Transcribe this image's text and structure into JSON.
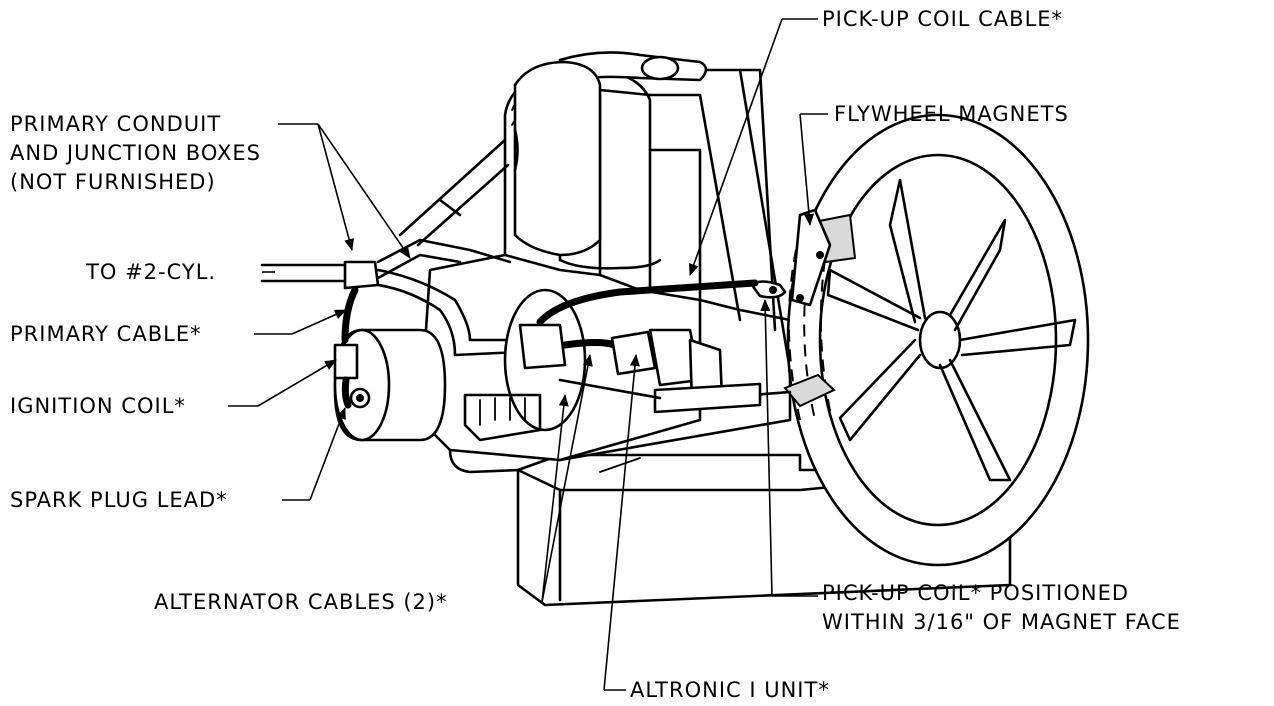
{
  "labels": {
    "pickup_coil_cable": "PICK-UP COIL CABLE*",
    "primary_conduit_1": "PRIMARY CONDUIT",
    "primary_conduit_2": "AND JUNCTION BOXES",
    "primary_conduit_3": "(NOT FURNISHED)",
    "flywheel_magnets": "FLYWHEEL MAGNETS",
    "to_cyl": "TO #2-CYL.",
    "primary_cable": "PRIMARY CABLE*",
    "ignition_coil": "IGNITION COIL*",
    "spark_plug_lead": "SPARK PLUG LEAD*",
    "alternator_cables": "ALTERNATOR CABLES (2)*",
    "pickup_coil_pos_1": "PICK-UP COIL* POSITIONED",
    "pickup_coil_pos_2": "WITHIN 3/16\" OF MAGNET FACE",
    "altronic_unit": "ALTRONIC I UNIT*"
  },
  "colors": {
    "line": "#000000",
    "background": "#ffffff",
    "magnet_fill": "#d9d9d9"
  }
}
